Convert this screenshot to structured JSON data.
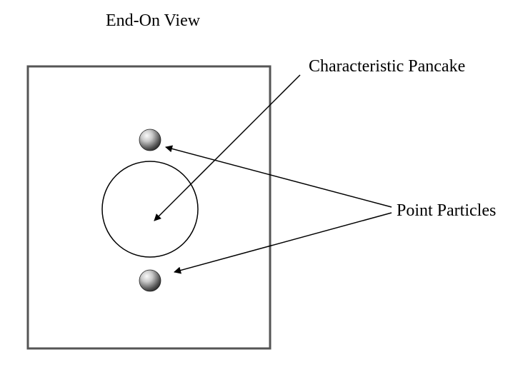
{
  "title": "End-On View",
  "labels": {
    "pancake": "Characteristic Pancake",
    "particles": "Point Particles"
  },
  "colors": {
    "stroke": "#555555",
    "text": "#000000",
    "particle_dark": "#333333",
    "particle_light": "#f4f4f4"
  }
}
